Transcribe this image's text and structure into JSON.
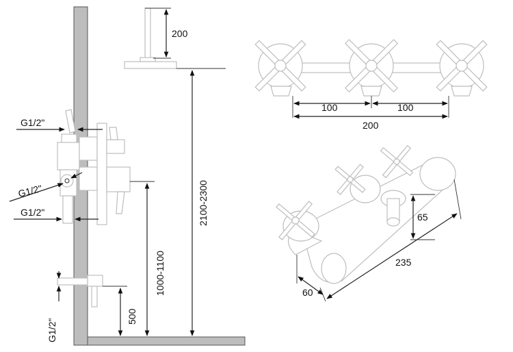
{
  "side_view": {
    "shower_arm_length": "200",
    "ceiling_height": "2100-2300",
    "mixer_height": "1000-1100",
    "spout_height": "500",
    "thread_top": "G1/2\"",
    "thread_middle": "G1/2\"",
    "thread_bottom": "G1/2\"",
    "thread_spout": "G1/2\""
  },
  "front_view": {
    "spacing_left": "100",
    "spacing_right": "100",
    "total_width": "200"
  },
  "iso_view": {
    "depth": "65",
    "overall_length": "235",
    "spout_projection": "60"
  }
}
